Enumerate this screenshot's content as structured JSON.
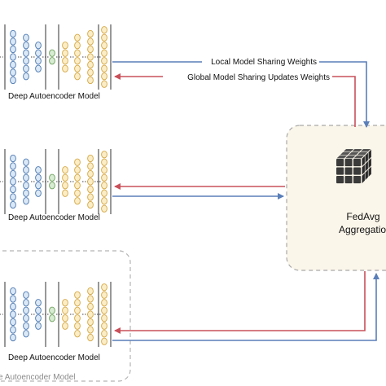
{
  "models": [
    {
      "label": "Deep Autoencoder Model"
    },
    {
      "label": "Deep Autoencoder Model"
    },
    {
      "label": "Deep Autoencoder Model",
      "container_label": "e Autoencoder Model"
    }
  ],
  "arrows": {
    "local_label": "Local Model Sharing Weights",
    "global_label": "Global Model Sharing Updates Weights"
  },
  "aggregator": {
    "line1": "FedAvg",
    "line2": "Aggregatio",
    "icon": "cube-grid-icon"
  },
  "colors": {
    "upload_arrow": "#5a7fb8",
    "download_arrow": "#c9505a",
    "aggregator_fill": "#fbf6ea",
    "encoder_node": "#dbe8f6",
    "bottleneck_node": "#d7ecd2",
    "decoder_node": "#fbedc6"
  }
}
